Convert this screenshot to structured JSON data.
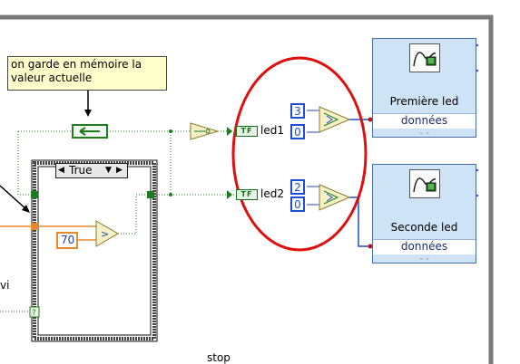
{
  "comment": {
    "line1": "on garde en mémoire la",
    "line2": "valeur actuelle"
  },
  "case_structure": {
    "selector_value": "True"
  },
  "constant_threshold": "70",
  "indicators": {
    "led1": "led1",
    "led2": "led2"
  },
  "array_constants": {
    "top": [
      "3",
      "0"
    ],
    "bottom": [
      "2",
      "0"
    ]
  },
  "subvis": [
    {
      "title": "Première led",
      "port": "données"
    },
    {
      "title": "Seconde led",
      "port": "données"
    }
  ],
  "labels": {
    "left_partial": "vi",
    "bottom_partial": "stop"
  },
  "colors": {
    "boolean_wire": "#1c7e1c",
    "numeric_wire": "#e8882e",
    "integer_blue": "#1f4ed0",
    "annotation_red": "#dd1010",
    "subvi_bg": "#cfe3f6",
    "comment_bg": "#ffffcc",
    "frame_gray": "#7a7a7a"
  }
}
